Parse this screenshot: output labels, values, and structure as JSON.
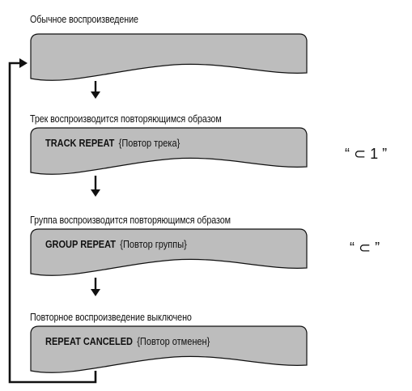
{
  "steps": [
    {
      "caption": "Обычное воспроизведение",
      "mode": "",
      "desc": "",
      "indicator": ""
    },
    {
      "caption": "Трек воспроизводится повторяющимся образом",
      "mode": "TRACK REPEAT",
      "desc": "{Повтор трека}",
      "indicator": "“ ⊂ 1 ”"
    },
    {
      "caption": "Группа воспроизводится повторяющимся образом",
      "mode": "GROUP REPEAT",
      "desc": "{Повтор группы}",
      "indicator": "“ ⊂ ”"
    },
    {
      "caption": "Повторное воспроизведение выключено",
      "mode": "REPEAT CANCELED",
      "desc": "{Повтор отменен}",
      "indicator": ""
    }
  ],
  "colors": {
    "panel_fill": "#bdbdbd",
    "stroke": "#111111",
    "background": "#ffffff"
  },
  "icons": {
    "down_arrow": "down-arrow-icon",
    "loop_arrow": "loop-back-arrow-icon",
    "repeat_symbol": "repeat-symbol-icon"
  }
}
